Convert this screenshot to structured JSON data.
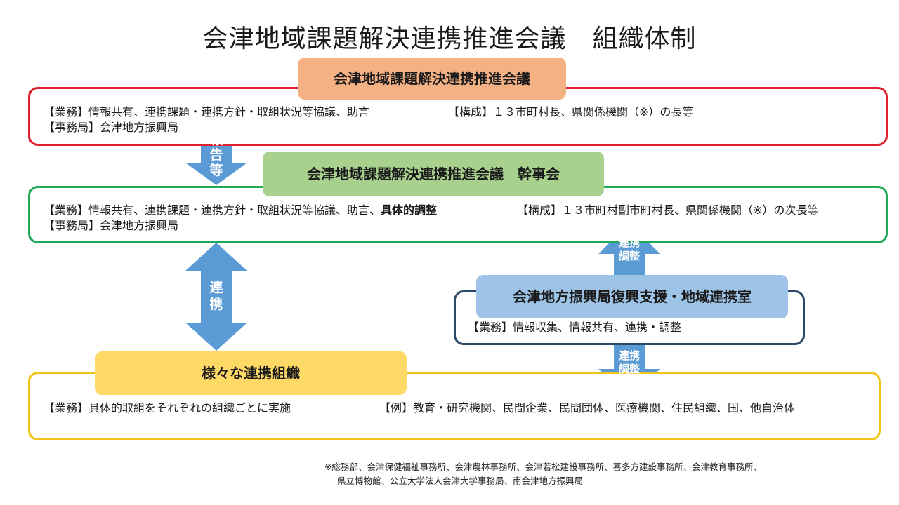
{
  "title": "会津地域課題解決連携推進会議　組織体制",
  "council": {
    "label": "会津地域課題解決連携推進会議",
    "duties": "【業務】情報共有、連携課題・連携方針・取組状況等協議、助言",
    "composition": "【構成】１３市町村長、県関係機関（※）の長等",
    "secretariat": "【事務局】会津地方振興局",
    "color": "#e0202f",
    "label_color": "#f4b183"
  },
  "executive": {
    "label": "会津地域課題解決連携推進会議　幹事会",
    "duties_main": "【業務】情報共有、連携課題・連携方針・取組状況等協議、助言、",
    "duties_bold": "具体的調整",
    "composition": "【構成】１３市町村副市町村長、県関係機関（※）の次長等",
    "secretariat": "【事務局】会津地方振興局",
    "color": "#22a85a",
    "label_color": "#a9d18e"
  },
  "office": {
    "label": "会津地方振興局復興支援・地域連携室",
    "duties": "【業務】情報収集、情報共有、連携・調整",
    "color": "#2b4a6b",
    "label_color": "#9dc3e6"
  },
  "organizations": {
    "label": "様々な連携組織",
    "duties": "【業務】具体的取組をそれぞれの組織ごとに実施",
    "examples": "【例】教育・研究機関、民間企業、民間団体、医療機関、住民組織、国、他自治体",
    "color": "#f2c418",
    "label_color": "#ffd966"
  },
  "arrows": {
    "report": "報告等",
    "cooperation": "連携",
    "coordination": "連携調整",
    "color": "#5b9bd5"
  },
  "footnote": {
    "line1": "※総務部、会津保健福祉事務所、会津農林事務所、会津若松建設事務所、喜多方建設事務所、会津教育事務所、",
    "line2": "県立博物館、公立大学法人会津大学事務局、南会津地方振興局"
  }
}
